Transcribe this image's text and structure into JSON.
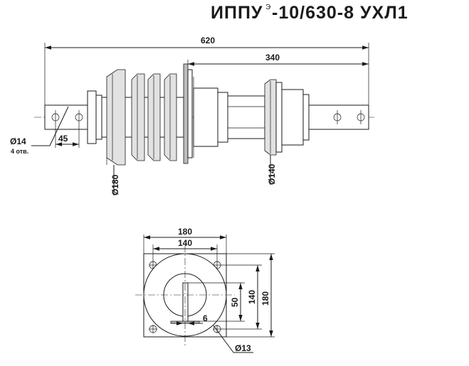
{
  "title": {
    "main": "ИППУ",
    "superscript": "Э",
    "suffix": "-10/630-8 УХЛ1"
  },
  "side_view": {
    "dim_overall_length": "620",
    "dim_right_length": "340",
    "dim_hole_spacing": "45",
    "dim_hole_diameter": "Ø14",
    "dim_hole_count": "4 отв.",
    "dim_shed_diameter": "Ø180",
    "dim_right_diameter": "Ø140"
  },
  "flange_view": {
    "dim_flange_width": "180",
    "dim_bolt_spacing": "140",
    "dim_flange_height": "180",
    "dim_bolt_spacing_vertical": "140",
    "dim_bar_width": "50",
    "dim_bar_thickness": "6",
    "dim_bolt_hole": "Ø13"
  }
}
